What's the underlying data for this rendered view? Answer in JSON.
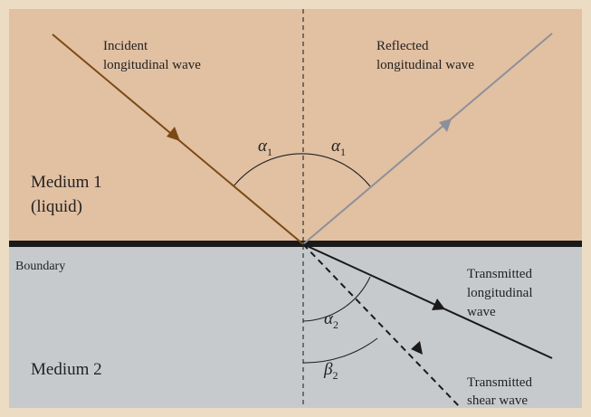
{
  "colors": {
    "outer_border": "#ecdcc3",
    "medium1_fill": "#e2c0a2",
    "medium2_fill": "#c7cacd",
    "boundary_line": "#1a1a1a",
    "incident_ray": "#7a4a14",
    "reflected_ray": "#8c9199",
    "transmitted_ray": "#1a1a1a"
  },
  "labels": {
    "incident": [
      "Incident",
      "longitudinal wave"
    ],
    "reflected": [
      "Reflected",
      "longitudinal wave"
    ],
    "medium1": [
      "Medium 1",
      "(liquid)"
    ],
    "boundary": "Boundary",
    "medium2": "Medium 2",
    "transmitted_longitudinal": [
      "Transmitted",
      "longitudinal",
      "wave"
    ],
    "transmitted_shear": [
      "Transmitted",
      "shear wave"
    ]
  },
  "angles": {
    "alpha1_left": {
      "symbol": "α",
      "subscript": "1"
    },
    "alpha1_right": {
      "symbol": "α",
      "subscript": "1"
    },
    "alpha2": {
      "symbol": "α",
      "subscript": "2"
    },
    "beta2": {
      "symbol": "β",
      "subscript": "2"
    }
  },
  "icons": {
    "incident_arrow": "arrowhead-icon",
    "reflected_arrow": "arrowhead-icon",
    "transmitted_arrow": "arrowhead-icon",
    "shear_arrow": "arrowhead-icon"
  }
}
